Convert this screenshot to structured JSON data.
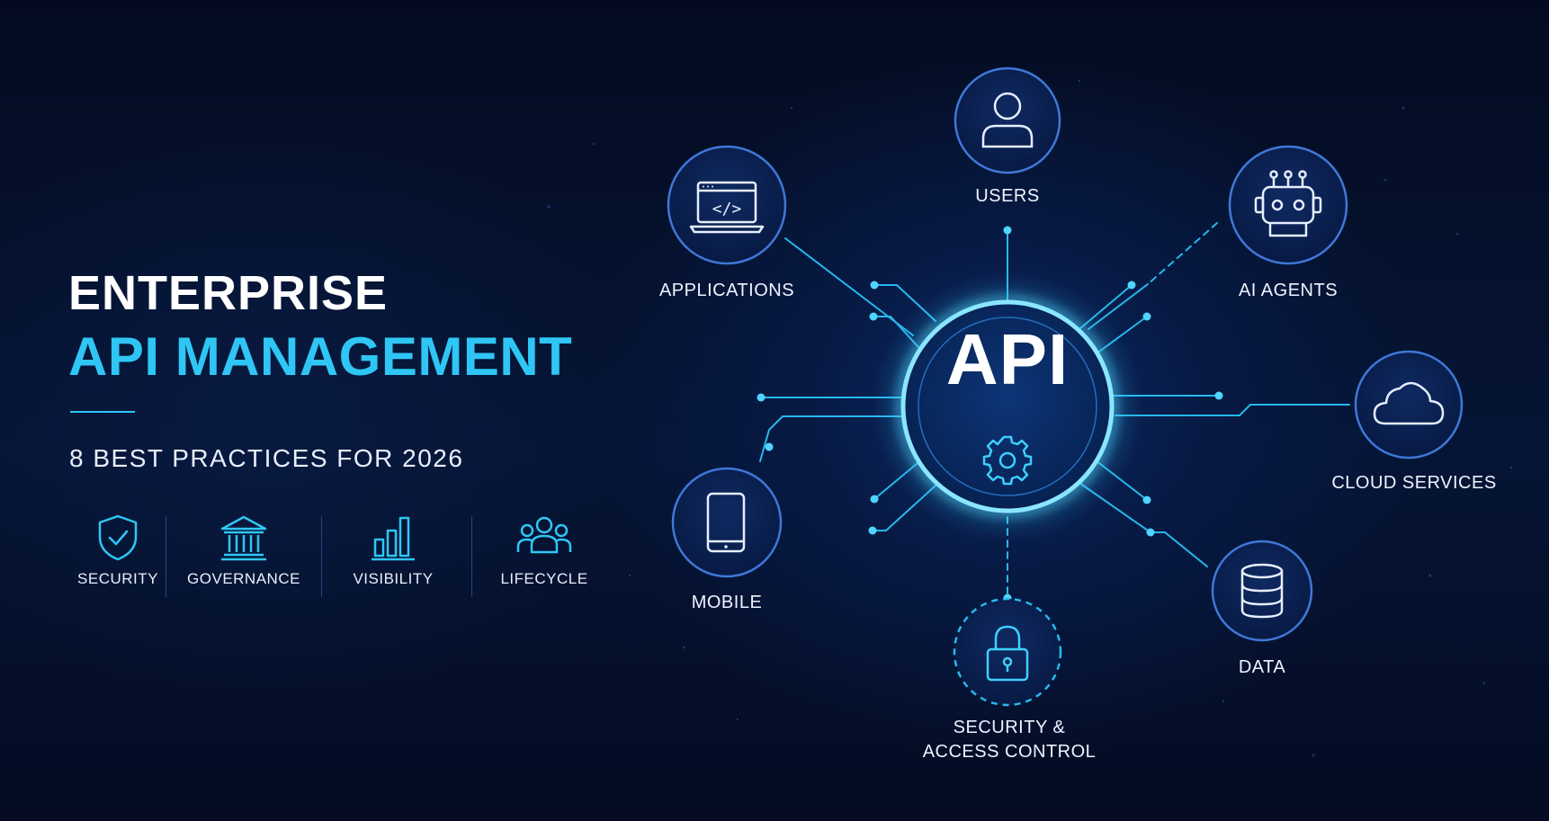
{
  "hero": {
    "title_line1": "ENTERPRISE",
    "title_line2": "API MANAGEMENT",
    "subtitle": "8 BEST PRACTICES FOR 2026"
  },
  "pillars": [
    {
      "label": "SECURITY",
      "icon": "shield-check-icon"
    },
    {
      "label": "GOVERNANCE",
      "icon": "building-columns-icon"
    },
    {
      "label": "VISIBILITY",
      "icon": "bar-chart-icon"
    },
    {
      "label": "LIFECYCLE",
      "icon": "people-group-icon"
    }
  ],
  "hub": {
    "label": "API",
    "icon": "gear-icon"
  },
  "nodes": [
    {
      "id": "users",
      "label": "USERS",
      "icon": "user-icon"
    },
    {
      "id": "applications",
      "label": "APPLICATIONS",
      "icon": "laptop-code-icon"
    },
    {
      "id": "ai-agents",
      "label": "AI AGENTS",
      "icon": "robot-icon"
    },
    {
      "id": "cloud-services",
      "label": "CLOUD SERVICES",
      "icon": "cloud-icon"
    },
    {
      "id": "mobile",
      "label": "MOBILE",
      "icon": "mobile-phone-icon"
    },
    {
      "id": "data",
      "label": "DATA",
      "icon": "database-icon"
    },
    {
      "id": "security-access",
      "label_line1": "SECURITY &",
      "label_line2": "ACCESS CONTROL",
      "icon": "padlock-icon"
    }
  ],
  "colors": {
    "background": "#050d24",
    "accent": "#2fc6f5",
    "node_ring": "#3f78d8",
    "text": "#eef3ff"
  }
}
